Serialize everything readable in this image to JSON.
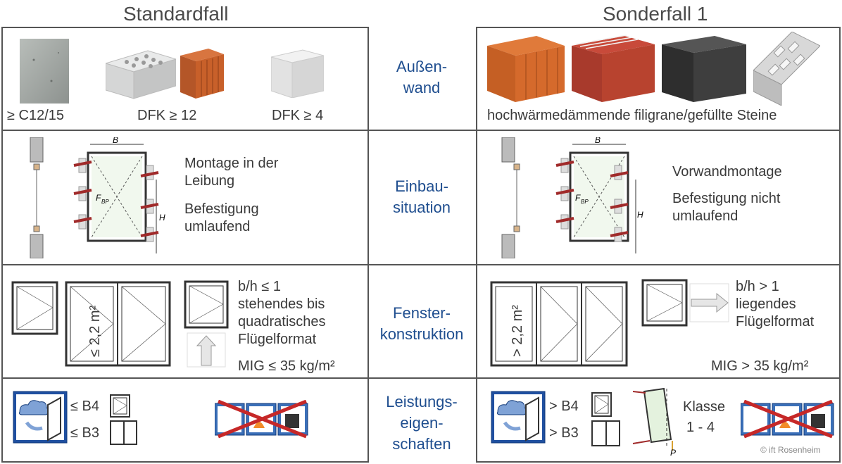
{
  "titles": {
    "left": "Standardfall",
    "right": "Sonderfall 1"
  },
  "rows": {
    "wall": {
      "center_line1": "Außen-",
      "center_line2": "wand",
      "left_labels": [
        "≥ C12/15",
        "DFK ≥ 12",
        "DFK ≥ 4"
      ],
      "right_label": "hochwärmedämmende filigrane/gefüllte Steine"
    },
    "install": {
      "center_line1": "Einbau-",
      "center_line2": "situation",
      "dim_B": "B",
      "dim_H": "H",
      "force_label": "F",
      "force_sub": "BP",
      "left_line1": "Montage in der",
      "left_line2": "Leibung",
      "left_line3": "Befestigung",
      "left_line4": "umlaufend",
      "right_line1": "Vorwandmontage",
      "right_line2": "Befestigung nicht",
      "right_line3": "umlaufend"
    },
    "window": {
      "center_line1": "Fenster-",
      "center_line2": "konstruktion",
      "left_area": "≤ 2,2 m²",
      "right_area": "> 2,2 m²",
      "left_ratio": "b/h ≤ 1",
      "left_desc1": "stehendes bis",
      "left_desc2": "quadratisches",
      "left_desc3": "Flügelformat",
      "left_mig": "MIG ≤ 35 kg/m²",
      "right_ratio": "b/h > 1",
      "right_desc1": "liegendes",
      "right_desc2": "Flügelformat",
      "right_mig": "MIG > 35 kg/m²"
    },
    "perf": {
      "center_line1": "Leistungs-",
      "center_line2": "eigen-",
      "center_line3": "schaften",
      "left_b4": "≤ B4",
      "left_b3": "≤ B3",
      "right_b4": "> B4",
      "right_b3": "> B3",
      "class_line1": "Klasse",
      "class_line2": "1 - 4",
      "force_p": "P",
      "copyright": "© ift Rosenheim"
    }
  },
  "colors": {
    "accent": "#1f4e8f",
    "frame": "#555555",
    "brick": "#c8602a",
    "cross": "#c62828"
  }
}
